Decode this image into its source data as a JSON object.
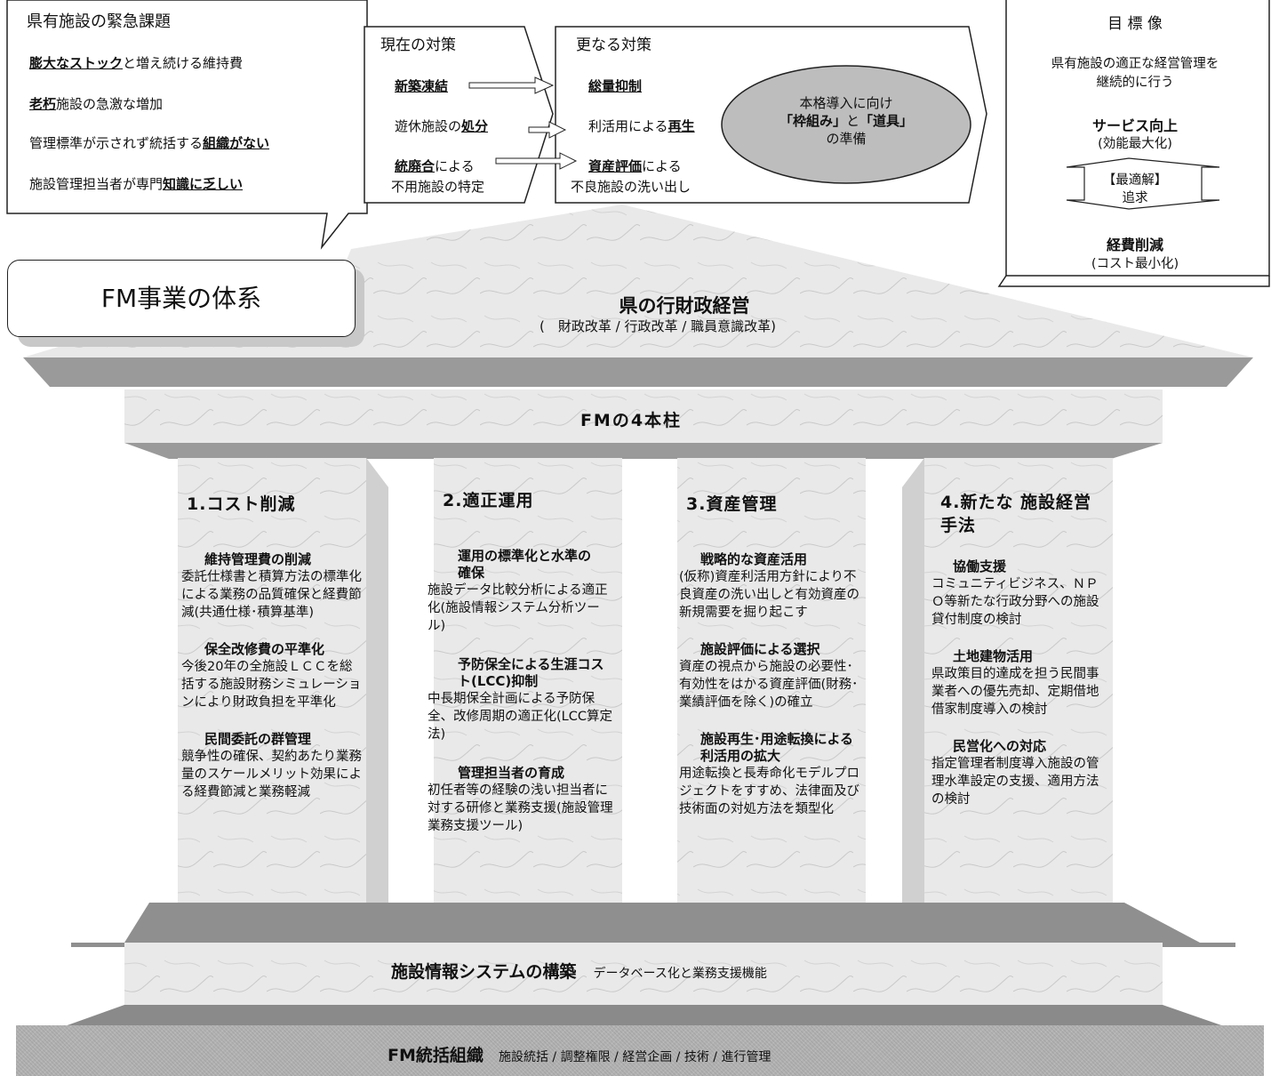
{
  "issues": {
    "title": "県有施設の緊急課題",
    "line1": {
      "a": "膨大なストック",
      "b": "と増え続ける維持費"
    },
    "line2": {
      "a": "老朽",
      "b": "施設の急激な増加"
    },
    "line3": {
      "a": "管理標準が示されず統括する",
      "b": "組織がない"
    },
    "line4": {
      "a": "施設管理担当者が専門",
      "b": "知識に乏しい"
    }
  },
  "current": {
    "title": "現在の対策",
    "i1": "新築凍結",
    "i2a": "遊休施設の",
    "i2b": "処分",
    "i3a": "統廃合",
    "i3b": "による",
    "i3c": "不用施設の特定"
  },
  "further": {
    "title": "更なる対策",
    "i1": "総量抑制",
    "i2a": "利活用による",
    "i2b": "再生",
    "i3a": "資産評価",
    "i3b": "による",
    "i3c": "不良施設の洗い出し",
    "ellipse": {
      "l1": "本格導入に向け",
      "l2a": "「枠組み」",
      "l2b": "と",
      "l2c": "「道具」",
      "l3": "の準備"
    }
  },
  "goal": {
    "title": "目 標 像",
    "desc1": "県有施設の適正な経営管理を",
    "desc2": "継続的に行う",
    "top": "サービス向上",
    "top_sub": "(効能最大化)",
    "mid1": "【最適解】",
    "mid2": "追求",
    "bottom": "経費削減",
    "bottom_sub": "(コスト最小化)"
  },
  "system_label": "FM事業の体系",
  "roof": {
    "title": "県の行財政経営",
    "subtitle": "(　財政改革 / 行政改革 / 職員意識改革)"
  },
  "beam": {
    "title": "FMの4本柱"
  },
  "pillars": [
    {
      "title": "1.コスト削減",
      "items": [
        {
          "head": "維持管理費の削減",
          "body": "委託仕様書と積算方法の標準化による業務の品質確保と経費節減(共通仕様･積算基準)"
        },
        {
          "head": "保全改修費の平準化",
          "body": "今後20年の全施設ＬＣＣを総括する施設財務シミュレーションにより財政負担を平準化"
        },
        {
          "head": "民間委託の群管理",
          "body": "競争性の確保、契約あたり業務量のスケールメリット効果による経費節減と業務軽減"
        }
      ]
    },
    {
      "title": "2.適正運用",
      "items": [
        {
          "head": "運用の標準化と水準の確保",
          "body": "施設データ比較分析による適正化(施設情報システム分析ツール)"
        },
        {
          "head": "予防保全による生涯コスト(LCC)抑制",
          "body": "中長期保全計画による予防保全、改修周期の適正化(LCC算定法)"
        },
        {
          "head": "管理担当者の育成",
          "body": "初任者等の経験の浅い担当者に対する研修と業務支援(施設管理業務支援ツール)"
        }
      ]
    },
    {
      "title": "3.資産管理",
      "items": [
        {
          "head": "戦略的な資産活用",
          "body": "(仮称)資産利活用方針により不良資産の洗い出しと有効資産の新規需要を掘り起こす"
        },
        {
          "head": "施設評価による選択",
          "body": "資産の視点から施設の必要性･有効性をはかる資産評価(財務･業績評価を除く)の確立"
        },
        {
          "head": "施設再生･用途転換による利活用の拡大",
          "body": "用途転換と長寿命化モデルプロジェクトをすすめ、法律面及び技術面の対処方法を類型化"
        }
      ]
    },
    {
      "title": "4.新たな 施設経営手法",
      "items": [
        {
          "head": "協働支援",
          "body": "コミュニティビジネス、ＮＰＯ等新たな行政分野への施設貸付制度の検討"
        },
        {
          "head": "土地建物活用",
          "body": "県政策目的達成を担う民間事業者への優先売却、定期借地借家制度導入の検討"
        },
        {
          "head": "民営化への対応",
          "body": "指定管理者制度導入施設の管理水準設定の支援、適用方法の検討"
        }
      ]
    }
  ],
  "base": {
    "title": "施設情報システムの構築",
    "subtitle": "データベース化と業務支援機能"
  },
  "foundation": {
    "title": "FM統括組織",
    "subtitle": "施設統括 / 調整権限 / 経営企画 / 技術 / 進行管理"
  }
}
